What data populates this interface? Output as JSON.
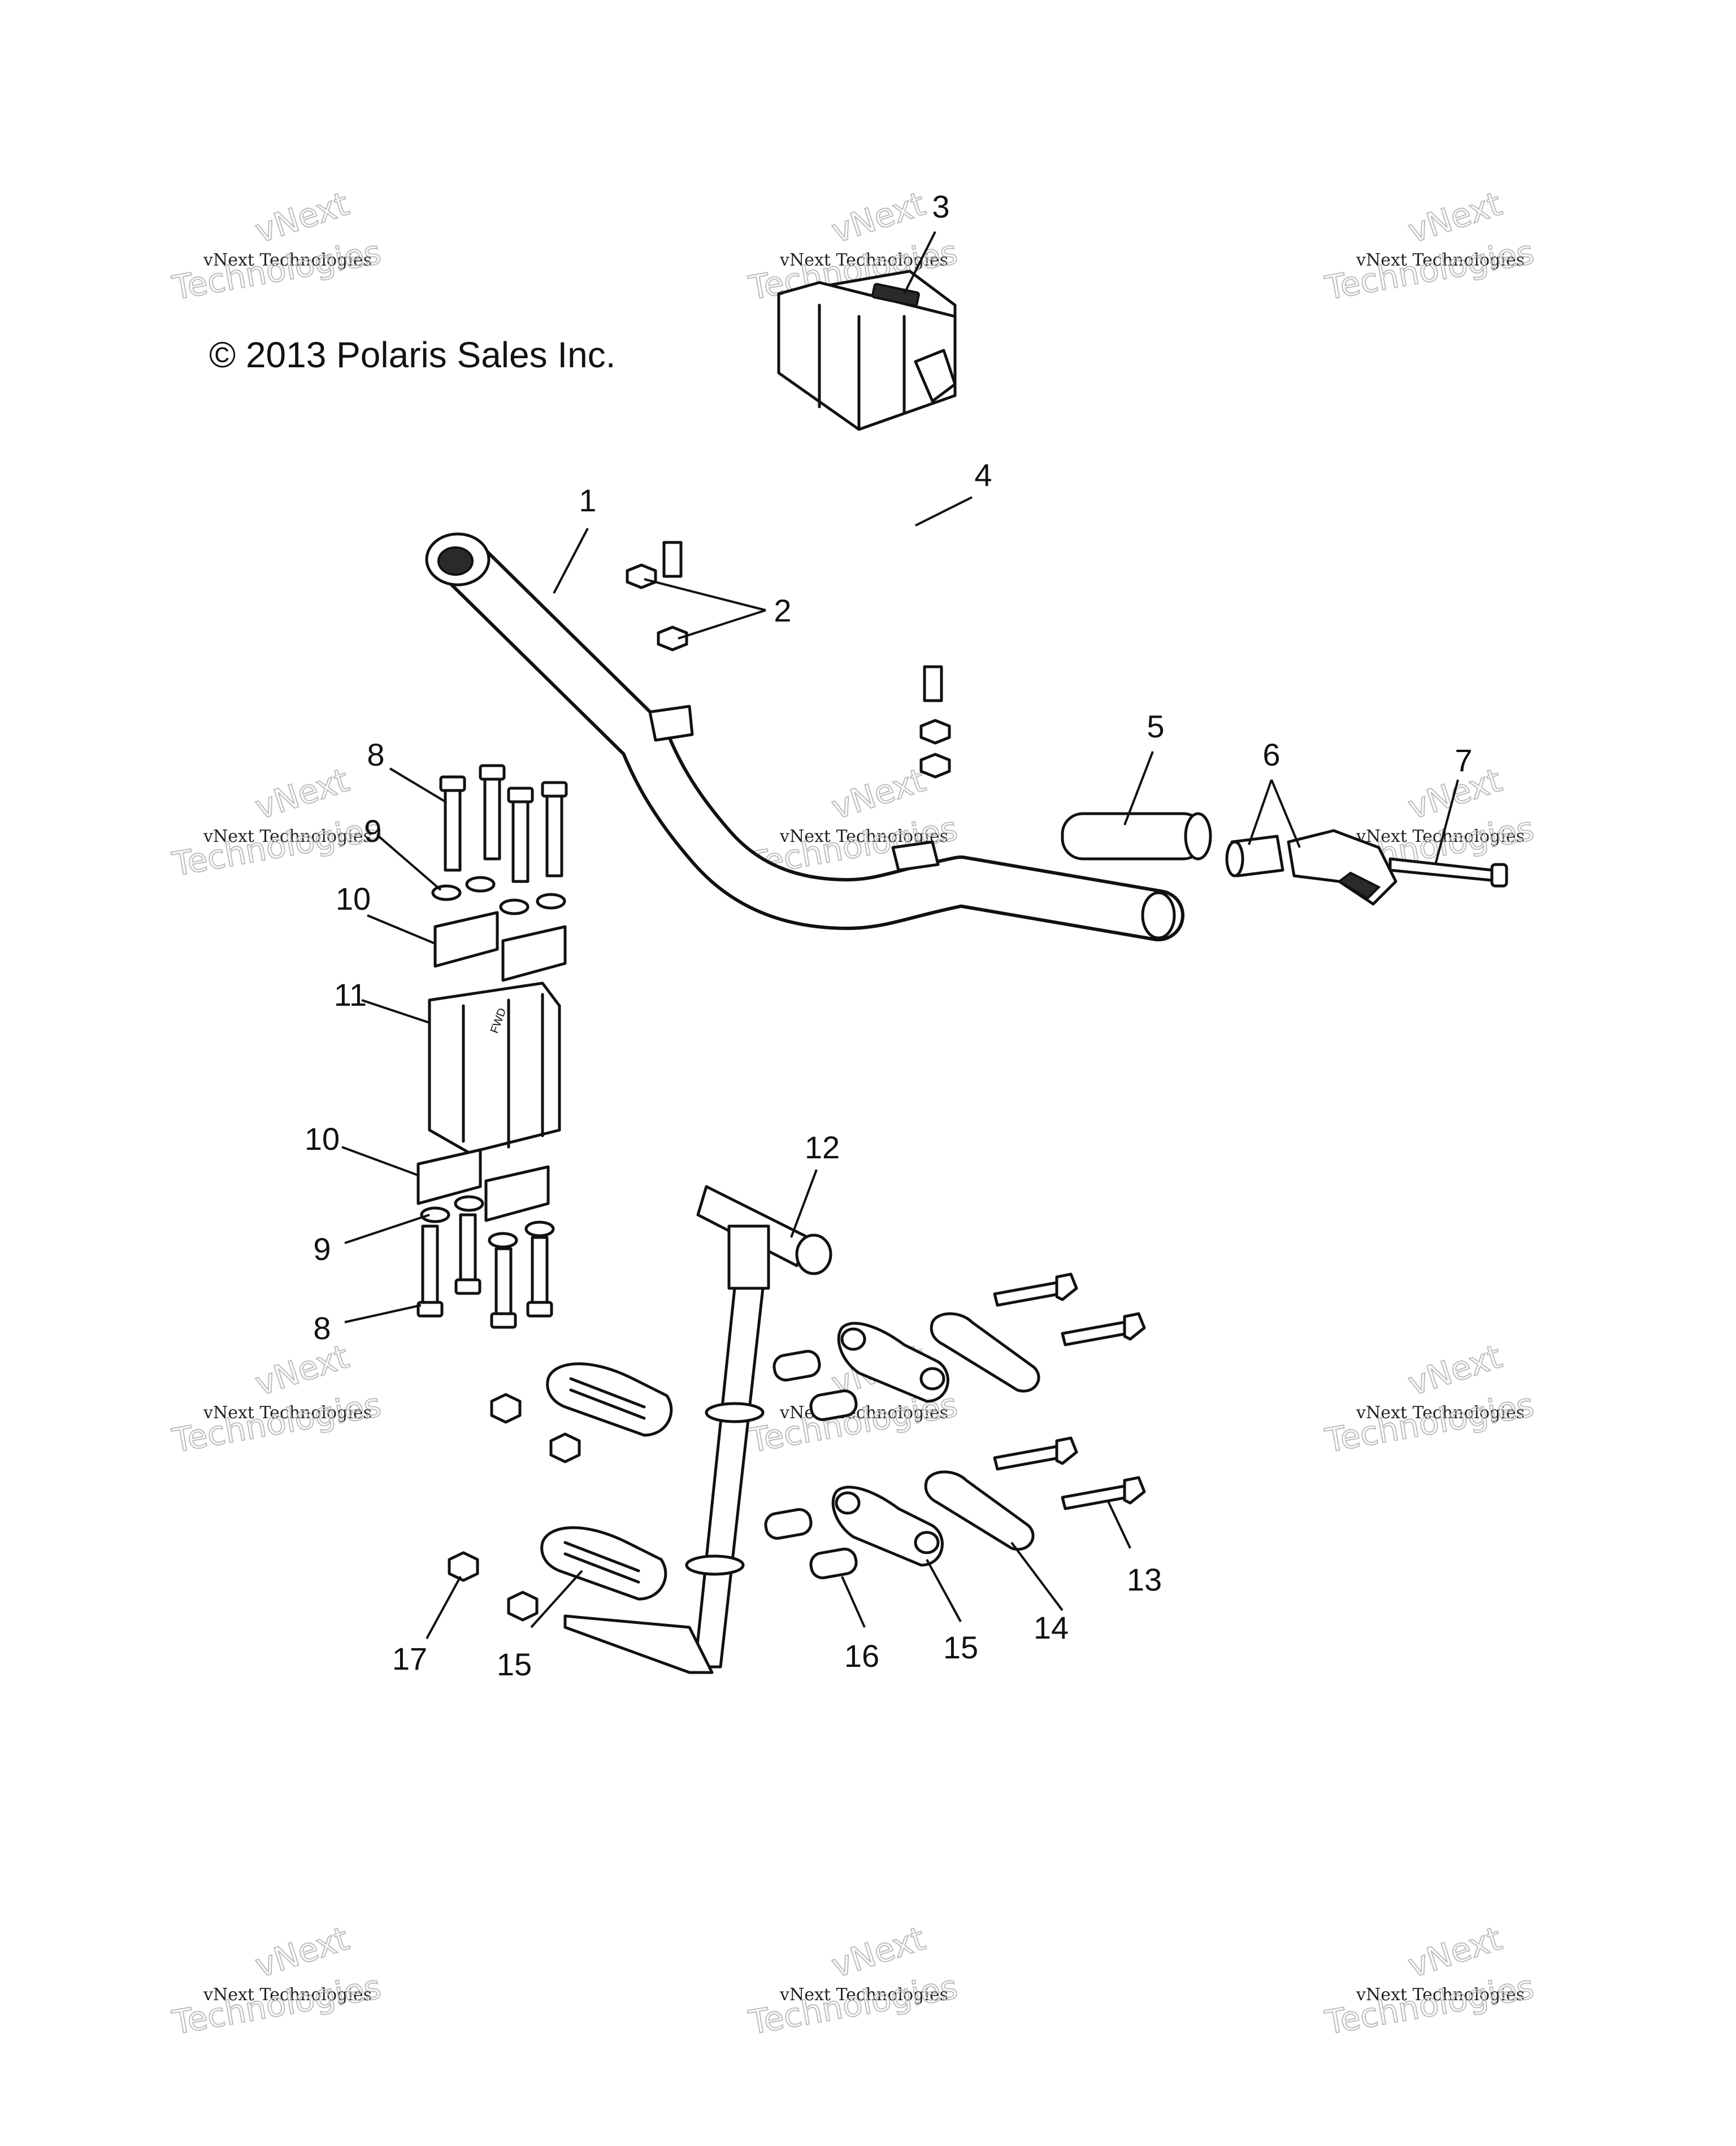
{
  "copyright": "© 2013 Polaris Sales Inc.",
  "watermark": {
    "line_top": "vNext",
    "line_mid": "vNext Technologies",
    "line_big": "Technologies"
  },
  "callouts": [
    "1",
    "2",
    "3",
    "4",
    "5",
    "6",
    "7",
    "8",
    "8",
    "9",
    "9",
    "10",
    "10",
    "11",
    "12",
    "13",
    "14",
    "15",
    "15",
    "16",
    "17"
  ],
  "colors": {
    "ink": "#111111",
    "watermark": "#bdbdbd"
  }
}
